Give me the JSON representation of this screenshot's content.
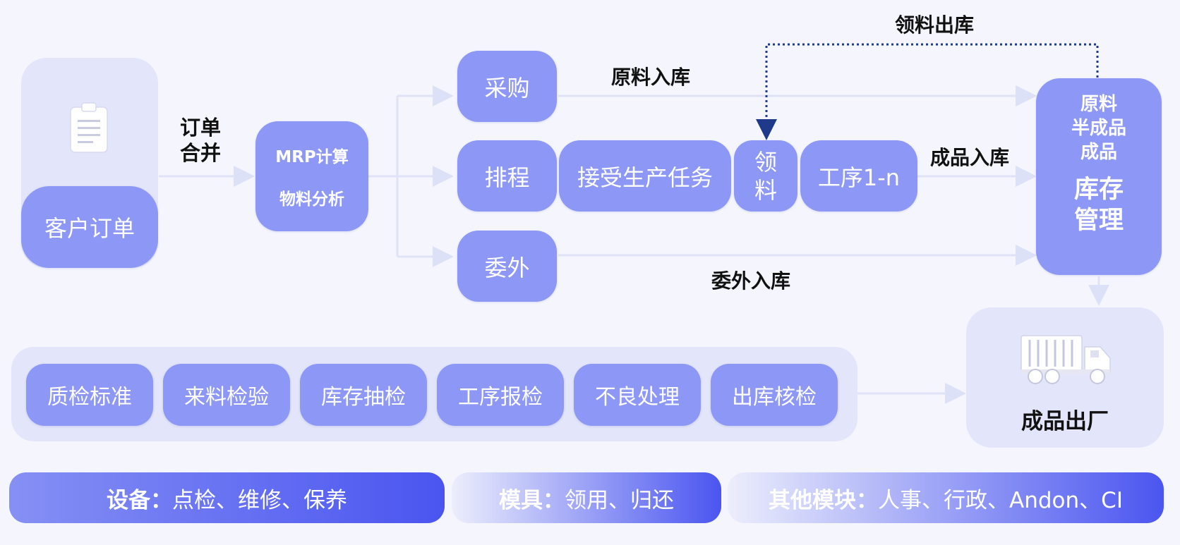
{
  "customer": {
    "order_label": "客户订单",
    "icon": "clipboard-icon"
  },
  "edges": {
    "merge_line1": "订单",
    "merge_line2": "合并",
    "raw_in": "原料入库",
    "issue_out": "领料出库",
    "finished_in": "成品入库",
    "outsource_in": "委外入库"
  },
  "mrp": {
    "calc": "MRP计算",
    "analysis": "物料分析"
  },
  "branches": {
    "purchase": "采购",
    "schedule": "排程",
    "outsource": "委外"
  },
  "production": {
    "accept_task": "接受生产任务",
    "pick_line1": "领",
    "pick_line2": "料",
    "process": "工序1-n"
  },
  "inventory": {
    "line1": "原料",
    "line2": "半成品",
    "line3": "成品",
    "title_line1": "库存",
    "title_line2": "管理"
  },
  "quality": {
    "items": [
      "质检标准",
      "来料检验",
      "库存抽检",
      "工序报检",
      "不良处理",
      "出库核检"
    ]
  },
  "shipment": {
    "label": "成品出厂",
    "icon": "truck-icon"
  },
  "modules": {
    "equipment": {
      "name": "设备：",
      "items": "点检、维修、保养"
    },
    "mold": {
      "name": "模具：",
      "items": "领用、归还"
    },
    "other": {
      "name": "其他模块：",
      "items": "人事、行政、Andon、CI"
    }
  },
  "colors": {
    "node": "#8d97f5",
    "panel": "#e3e5fa",
    "arrow": "#e0e3f8",
    "dotted": "#1f3a8a",
    "bar_dark": "#4a55f0"
  }
}
